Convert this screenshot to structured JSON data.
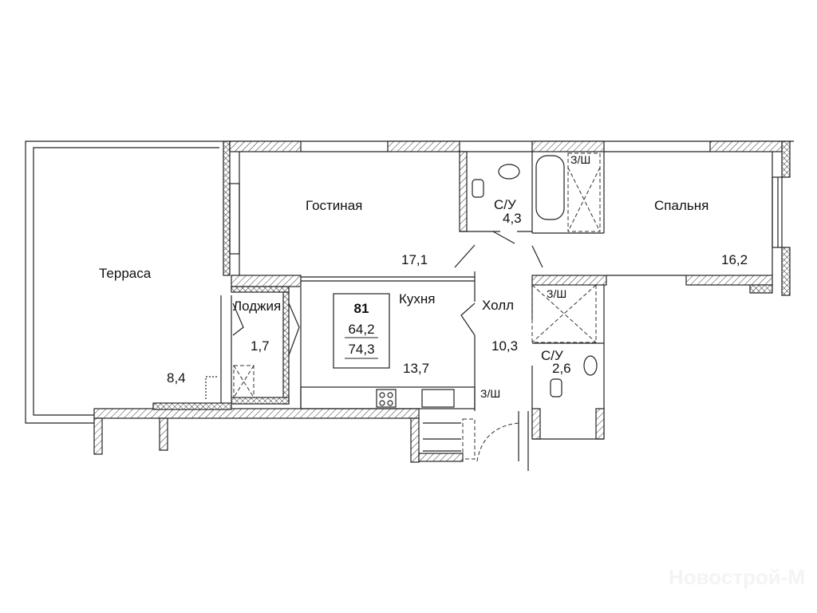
{
  "plan": {
    "apartment_number": "81",
    "living_area": "64,2",
    "total_area": "74,3",
    "rooms": [
      {
        "name": "Терраса",
        "area": "8,4"
      },
      {
        "name": "Гостиная",
        "area": "17,1"
      },
      {
        "name": "Лоджия",
        "area": "1,7"
      },
      {
        "name": "Кухня",
        "area": "13,7"
      },
      {
        "name": "С/У",
        "area": "4,3"
      },
      {
        "name": "Холл",
        "area": "10,3"
      },
      {
        "name": "Спальня",
        "area": "16,2"
      },
      {
        "name": "С/У",
        "area": "2,6"
      }
    ],
    "closets": [
      "З/Ш",
      "З/Ш",
      "З/Ш"
    ],
    "watermark": "Новострой-М"
  }
}
